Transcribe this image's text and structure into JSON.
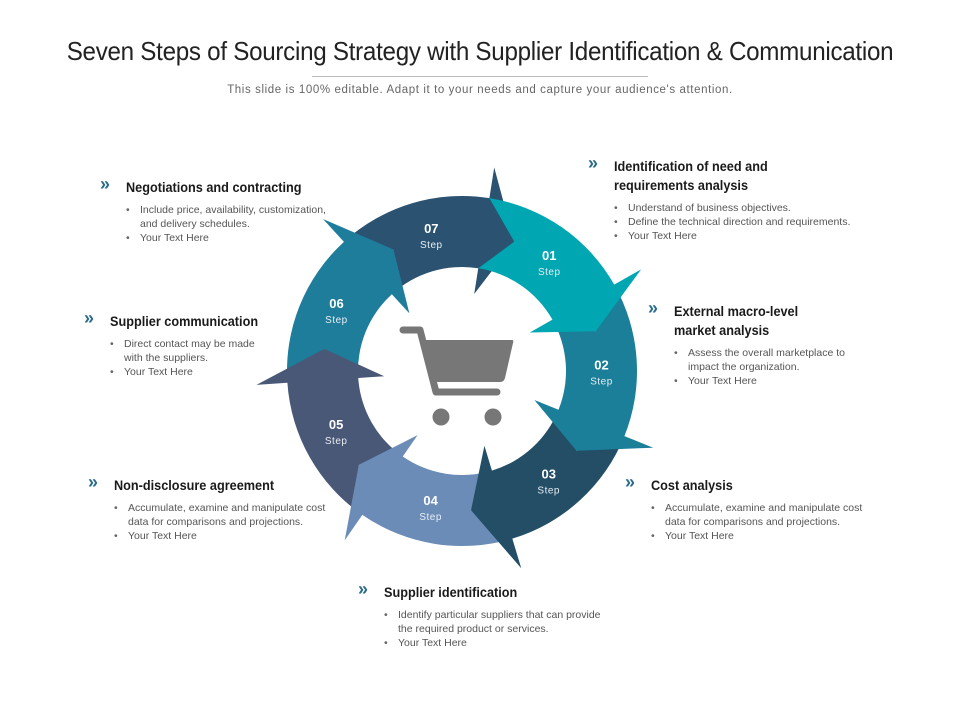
{
  "header": {
    "title": "Seven Steps of Sourcing Strategy with Supplier Identification & Communication",
    "subtitle": "This slide is 100% editable. Adapt it to your needs and capture your audience's attention."
  },
  "center_icon": "shopping-cart-icon",
  "chevron_glyph": "››",
  "colors": {
    "step_01": "#00A6B1",
    "step_02": "#1B7F9A",
    "step_03": "#234E66",
    "step_04": "#6C8CB8",
    "step_05": "#4A5877",
    "step_06": "#1F7D9C",
    "step_07": "#2B5270",
    "cart": "#777777",
    "chevron": "#2B6C8A"
  },
  "steps": [
    {
      "number": "01",
      "label": "Step"
    },
    {
      "number": "02",
      "label": "Step"
    },
    {
      "number": "03",
      "label": "Step"
    },
    {
      "number": "04",
      "label": "Step"
    },
    {
      "number": "05",
      "label": "Step"
    },
    {
      "number": "06",
      "label": "Step"
    },
    {
      "number": "07",
      "label": "Step"
    }
  ],
  "blocks": [
    {
      "heading_line1": "Identification of need and",
      "heading_line2": "requirements analysis",
      "bullets": [
        "Understand of business objectives.",
        "Define the technical direction and requirements.",
        "Your Text Here"
      ]
    },
    {
      "heading_line1": "External macro-level",
      "heading_line2": "market analysis",
      "bullets": [
        "Assess the overall marketplace to impact the organization.",
        "Your Text Here"
      ]
    },
    {
      "heading_line1": "Cost analysis",
      "bullets": [
        "Accumulate, examine and manipulate cost data for comparisons and projections.",
        "Your Text Here"
      ]
    },
    {
      "heading_line1": "Supplier identification",
      "bullets": [
        "Identify particular suppliers that can provide the required product or services.",
        "Your Text Here"
      ]
    },
    {
      "heading_line1": "Non-disclosure agreement",
      "bullets": [
        "Accumulate, examine and manipulate cost data for comparisons and projections.",
        "Your Text Here"
      ]
    },
    {
      "heading_line1": "Supplier communication",
      "bullets": [
        "Direct contact may be made with the suppliers.",
        "Your Text Here"
      ]
    },
    {
      "heading_line1": "Negotiations and contracting",
      "bullets": [
        "Include price, availability, customization, and delivery schedules.",
        "Your Text Here"
      ]
    }
  ]
}
